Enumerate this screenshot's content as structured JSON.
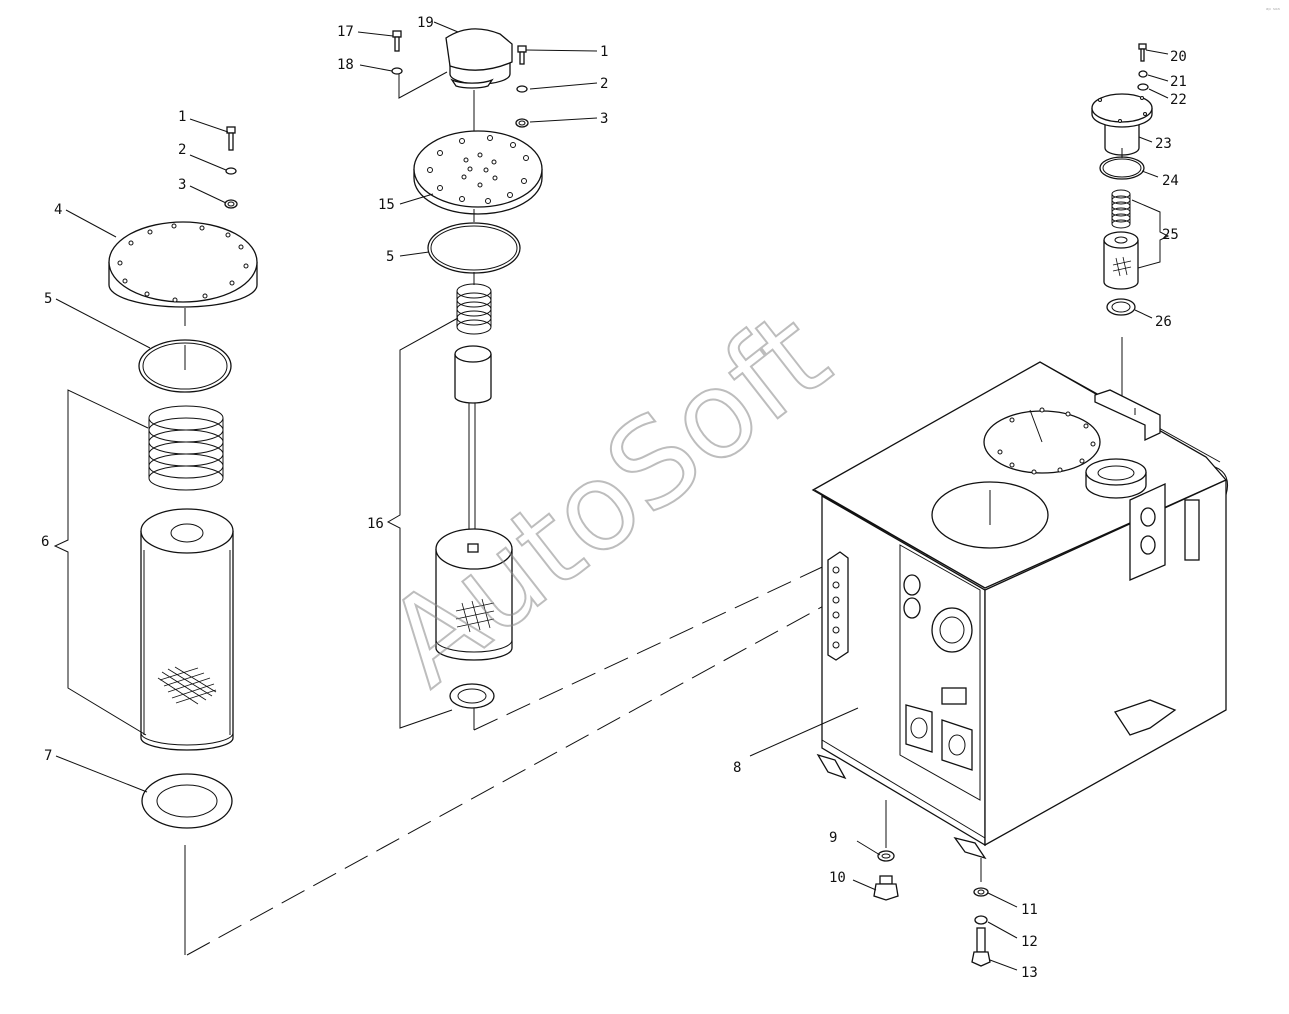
{
  "diagram": {
    "watermark": "AutoSoft",
    "corner_mark": "ᵃᵖ ˢᵒᵃ",
    "callouts": {
      "c1a": "1",
      "c2a": "2",
      "c3a": "3",
      "c4": "4",
      "c5a": "5",
      "c6": "6",
      "c7": "7",
      "c17": "17",
      "c18": "18",
      "c19": "19",
      "c1b": "1",
      "c2b": "2",
      "c3b": "3",
      "c15": "15",
      "c5b": "5",
      "c16": "16",
      "c8": "8",
      "c9": "9",
      "c10": "10",
      "c11": "11",
      "c12": "12",
      "c13": "13",
      "c20": "20",
      "c21": "21",
      "c22": "22",
      "c23": "23",
      "c24": "24",
      "c25": "25",
      "c26": "26"
    }
  }
}
